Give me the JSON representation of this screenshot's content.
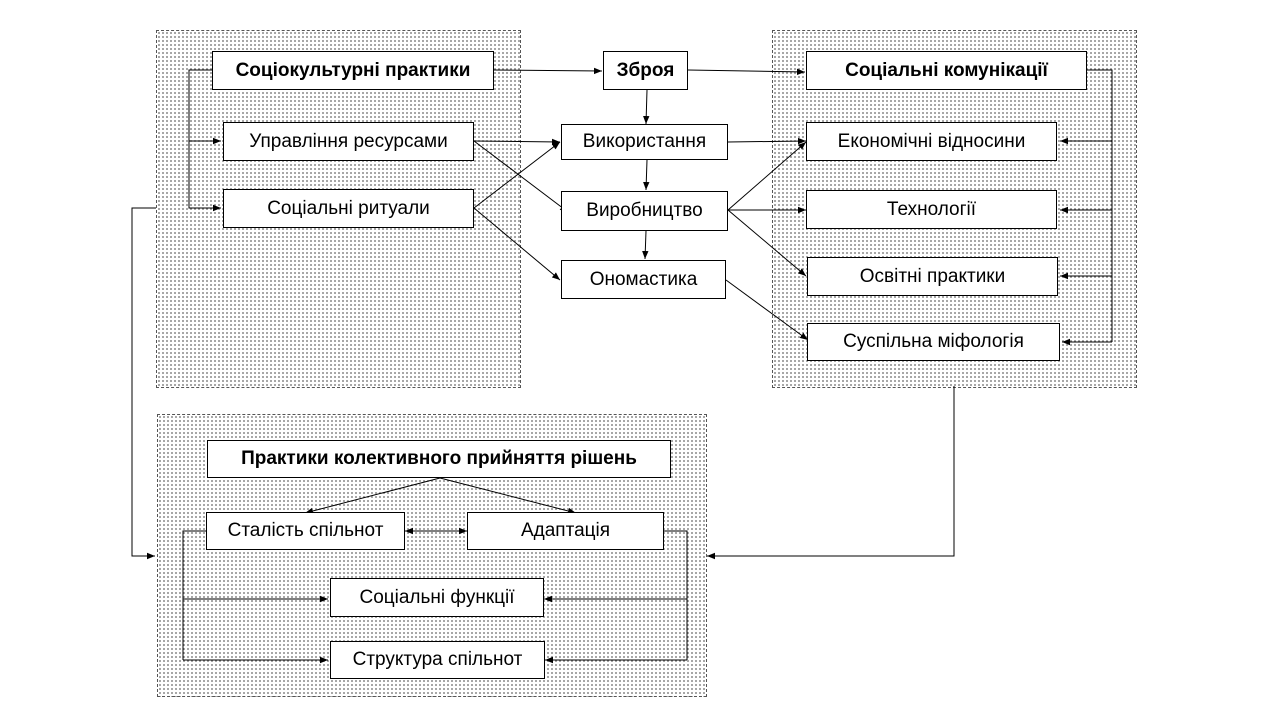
{
  "nodes": {
    "sociocultural_practices": "Соціокультурні практики",
    "resource_management": "Управління ресурсами",
    "social_rituals": "Соціальні ритуали",
    "weapon": "Зброя",
    "usage": "Використання",
    "production": "Виробництво",
    "onomastics": "Ономастика",
    "social_communications": "Соціальні комунікації",
    "economic_relations": "Економічні відносини",
    "technologies": "Технології",
    "educational_practices": "Освітні практики",
    "social_mythology": "Суспільна міфологія",
    "collective_decision_practices": "Практики колективного прийняття рішень",
    "community_stability": "Сталість спільнот",
    "adaptation": "Адаптація",
    "social_functions": "Соціальні функції",
    "community_structure": "Структура спільнот"
  }
}
